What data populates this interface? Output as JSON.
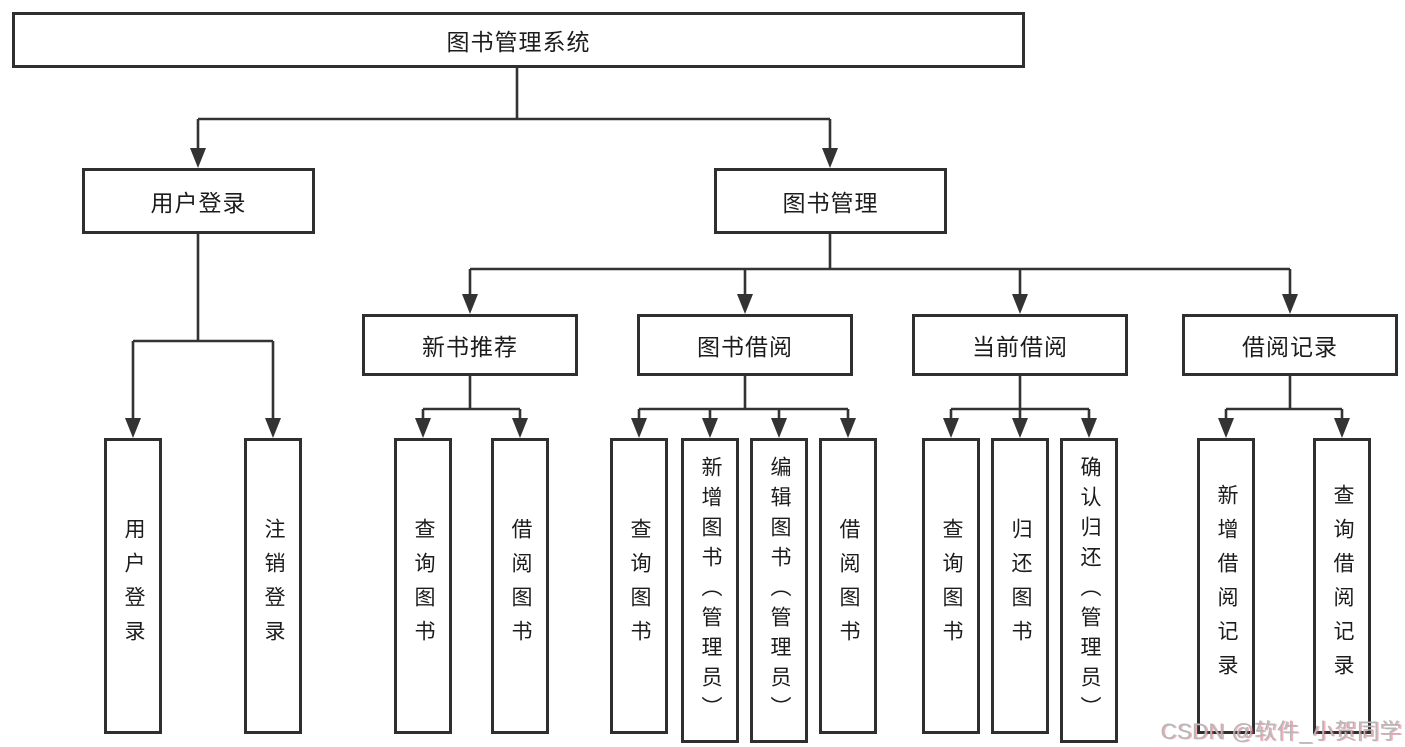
{
  "diagram": {
    "root": {
      "label": "图书管理系统"
    },
    "level2": {
      "user_login": {
        "label": "用户登录"
      },
      "book_management": {
        "label": "图书管理"
      }
    },
    "level3": {
      "new_book_recommend": {
        "label": "新书推荐"
      },
      "book_borrow": {
        "label": "图书借阅"
      },
      "current_borrow": {
        "label": "当前借阅"
      },
      "borrow_records": {
        "label": "借阅记录"
      }
    },
    "leaves": {
      "user_login_leaf": {
        "label": "用户登录"
      },
      "logout_leaf": {
        "label": "注销登录"
      },
      "rec_query_books": {
        "label": "查询图书"
      },
      "rec_borrow_books": {
        "label": "借阅图书"
      },
      "bb_query_books": {
        "label": "查询图书"
      },
      "bb_add_books_admin": {
        "label": "新增图书（管理员）"
      },
      "bb_edit_books_admin": {
        "label": "编辑图书（管理员）"
      },
      "bb_borrow_books": {
        "label": "借阅图书"
      },
      "cb_query_books": {
        "label": "查询图书"
      },
      "cb_return_books": {
        "label": "归还图书"
      },
      "cb_confirm_return_admin": {
        "label": "确认归还（管理员）"
      },
      "br_add_record": {
        "label": "新增借阅记录"
      },
      "br_query_record": {
        "label": "查询借阅记录"
      }
    },
    "watermark": "CSDN @软件_小贺同学",
    "colors": {
      "line": "#333333",
      "box_border": "#2f2f2f",
      "box_fill": "#ffffff",
      "text": "#1c1c1c",
      "watermark": "#b7b7b7"
    }
  }
}
